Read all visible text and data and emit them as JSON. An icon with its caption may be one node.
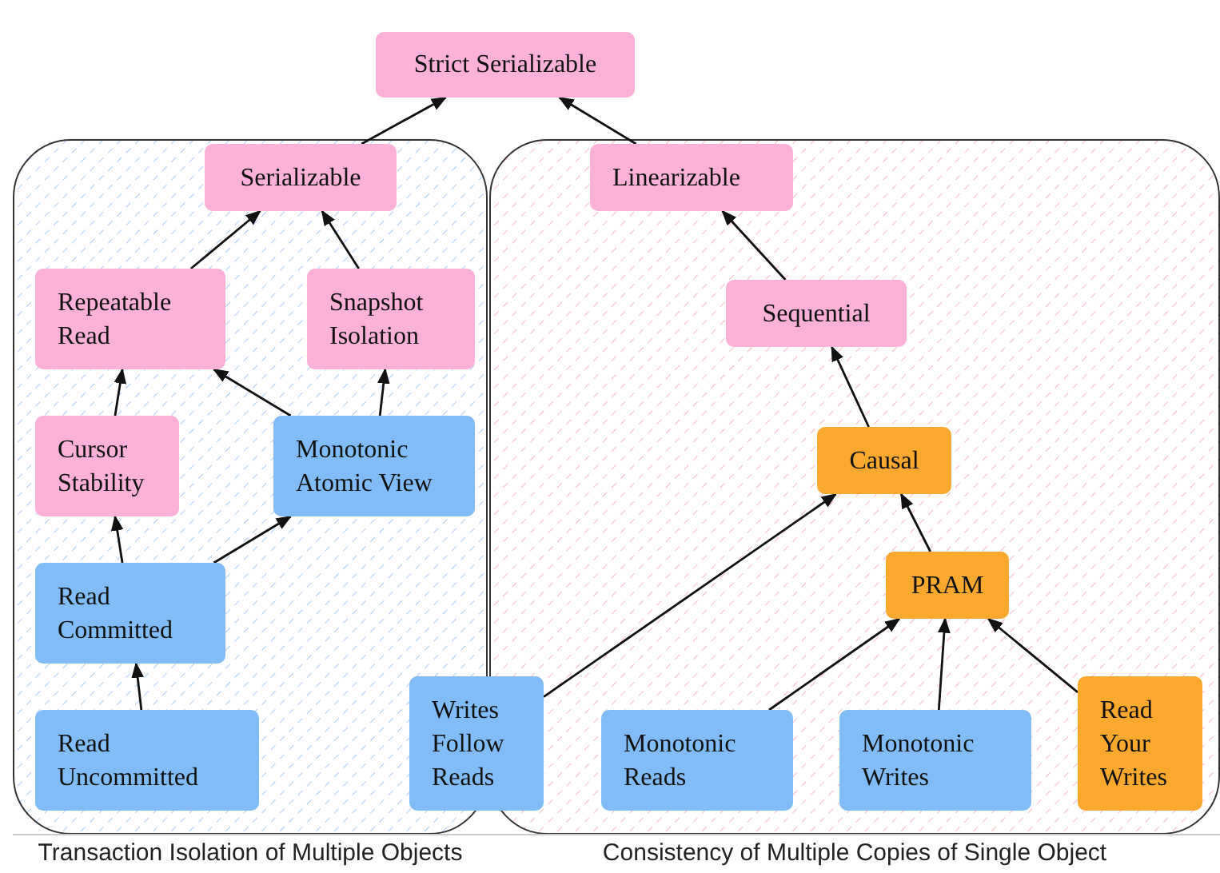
{
  "diagram": {
    "nodes": [
      {
        "text": [
          "Strict Serializable"
        ]
      },
      {
        "text": [
          "Transaction Isolation of Multiple Objects"
        ]
      },
      {
        "text": [
          "Serializable"
        ],
        "in": 1
      },
      {
        "text": [
          "Repeatable Read"
        ],
        "in": 1
      },
      {
        "text": [
          "Snapshot Isolation"
        ],
        "in": 1
      },
      {
        "text": [
          "Cursor Stability"
        ],
        "in": 1
      },
      {
        "text": [
          "Monotonic Atomic View"
        ],
        "in": 1
      },
      {
        "text": [
          "Read Committed"
        ],
        "in": 1
      },
      {
        "text": [
          "Read Uncommitted"
        ],
        "in": 1
      },
      {
        "text": [
          "Consistency of Multiple Copies of Single Object"
        ]
      },
      {
        "text": [
          "Linearizable"
        ],
        "in": 9
      },
      {
        "text": [
          "Sequential"
        ],
        "in": 9
      },
      {
        "text": [
          "Causal"
        ],
        "in": 9
      },
      {
        "text": [
          "PRAM"
        ],
        "in": 9
      },
      {
        "text": [
          "Writes Follow Reads"
        ]
      },
      {
        "text": [
          "Monotonic Reads"
        ],
        "in": 9
      },
      {
        "text": [
          "Monotonic Writes"
        ],
        "in": 9
      },
      {
        "text": [
          "Read Your Writes"
        ],
        "in": 9
      }
    ],
    "edges": [
      {
        "from": 2,
        "to": 0,
        "arrow": "to"
      },
      {
        "from": 10,
        "to": 0,
        "arrow": "to"
      },
      {
        "from": 3,
        "to": 2,
        "arrow": "to"
      },
      {
        "from": 4,
        "to": 2,
        "arrow": "to"
      },
      {
        "from": 5,
        "to": 3,
        "arrow": "to"
      },
      {
        "from": 6,
        "to": 3,
        "arrow": "to"
      },
      {
        "from": 6,
        "to": 4,
        "arrow": "to"
      },
      {
        "from": 7,
        "to": 5,
        "arrow": "to"
      },
      {
        "from": 7,
        "to": 6,
        "arrow": "to"
      },
      {
        "from": 8,
        "to": 7,
        "arrow": "to"
      },
      {
        "from": 11,
        "to": 10,
        "arrow": "to"
      },
      {
        "from": 12,
        "to": 11,
        "arrow": "to"
      },
      {
        "from": 13,
        "to": 12,
        "arrow": "to"
      },
      {
        "from": 14,
        "to": 12,
        "arrow": "to"
      },
      {
        "from": 15,
        "to": 13,
        "arrow": "to"
      },
      {
        "from": 16,
        "to": 13,
        "arrow": "to"
      },
      {
        "from": 17,
        "to": 13,
        "arrow": "to"
      }
    ]
  }
}
